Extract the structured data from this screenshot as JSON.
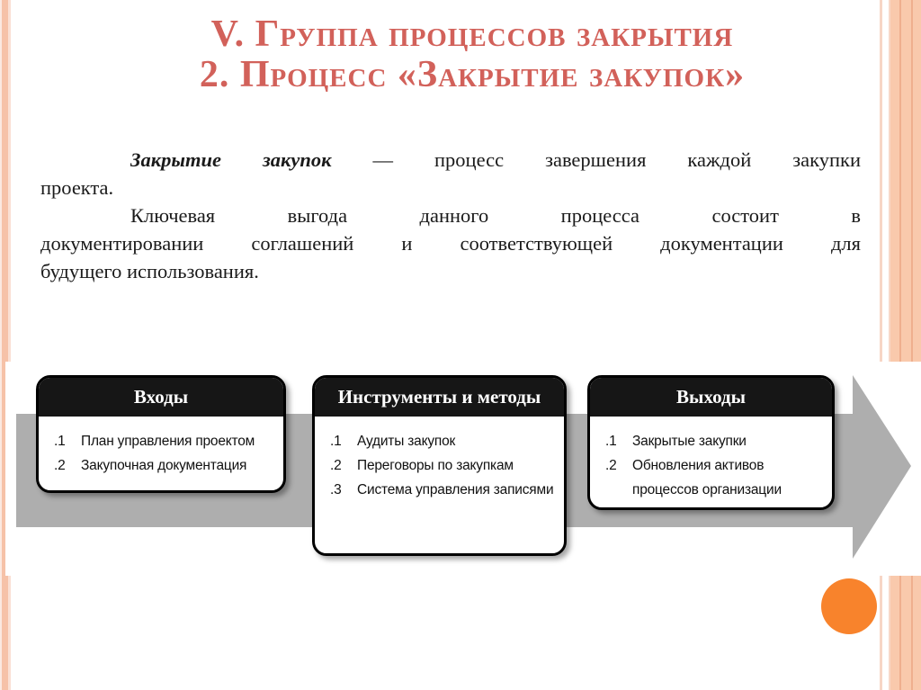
{
  "slide": {
    "title_line1": "V. Группа процессов закрытия",
    "title_line2": "2. Процесс «Закрытие закупок»",
    "paragraph1": {
      "lead": "Закрытие закупок",
      "line1_rest": " — процесс завершения каждой закупки",
      "line2": "проекта."
    },
    "paragraph2": {
      "line1": "Ключевая выгода данного процесса состоит в",
      "line2": "документировании соглашений и соответствующей документации для",
      "line3": "будущего использования."
    }
  },
  "diagram": {
    "boxes": [
      {
        "title": "Входы",
        "items": [
          {
            "num": ".1",
            "text": "План управления проектом"
          },
          {
            "num": ".2",
            "text": "Закупочная документация"
          }
        ]
      },
      {
        "title": "Инструменты и методы",
        "items": [
          {
            "num": ".1",
            "text": "Аудиты закупок"
          },
          {
            "num": ".2",
            "text": "Переговоры по закупкам"
          },
          {
            "num": ".3",
            "text": "Система управления записями"
          }
        ]
      },
      {
        "title": "Выходы",
        "items": [
          {
            "num": ".1",
            "text": "Закрытые закупки"
          },
          {
            "num": ".2",
            "text": "Обновления активов процессов организации"
          }
        ]
      }
    ]
  },
  "colors": {
    "title_red": "#D2615A",
    "arrow_gray": "#AEAEAE",
    "header_black": "#161616",
    "circle_orange": "#F8832C",
    "stripe_salmon": "#F6C2A8",
    "stripe_light": "#FBE9E1",
    "stripe_light2": "#FAE0D4",
    "band_base": "#F9C9AC",
    "band_dark": "#EFAF8E",
    "band_light": "#F8D8C8",
    "thin_stripe": "#F7D6C6",
    "text_black": "#1A1A1A"
  }
}
